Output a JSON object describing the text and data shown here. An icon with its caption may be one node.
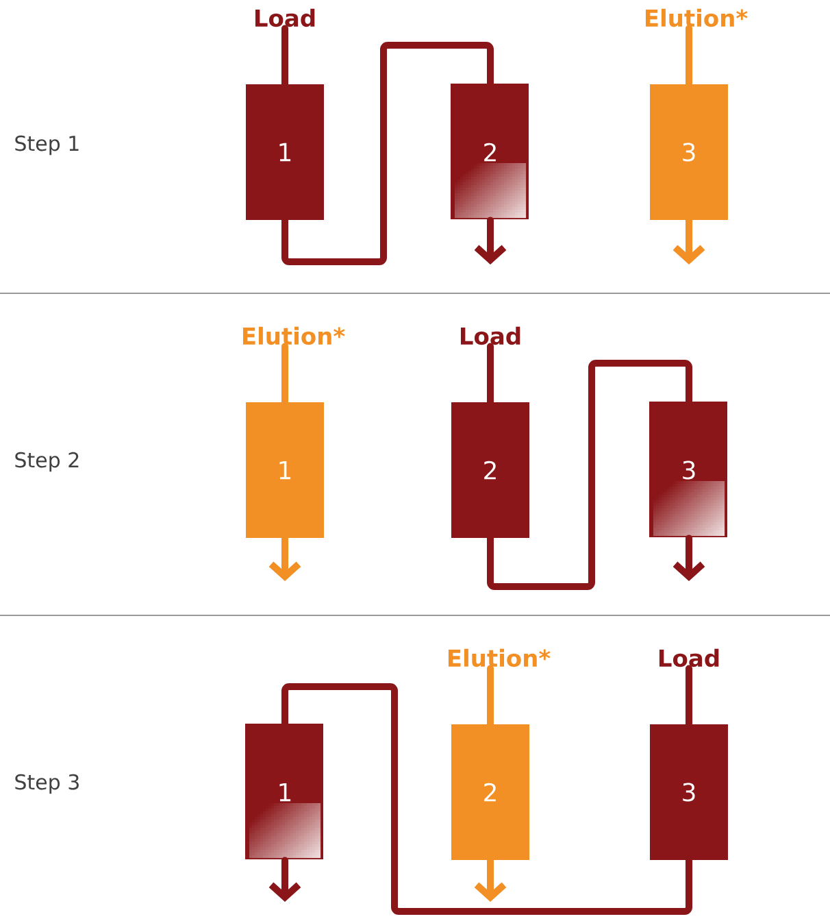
{
  "diagram": {
    "nodes": [
      {
        "text": [
          "Load"
        ]
      },
      {
        "text": [
          "Elution*"
        ]
      },
      {
        "text": [
          "1"
        ]
      },
      {
        "text": [
          "2"
        ]
      },
      {
        "text": [
          "3"
        ]
      },
      {
        "text": [
          "Elution*"
        ]
      },
      {
        "text": [
          "Load"
        ]
      },
      {
        "text": [
          "1"
        ]
      },
      {
        "text": [
          "2"
        ]
      },
      {
        "text": [
          "3"
        ]
      },
      {
        "text": [
          "Elution*"
        ]
      },
      {
        "text": [
          "Load"
        ]
      },
      {
        "text": [
          "1"
        ]
      },
      {
        "text": [
          "2"
        ]
      },
      {
        "text": [
          "3"
        ]
      }
    ],
    "edges": [
      {
        "from": 0,
        "to": 2,
        "arrow": "none"
      },
      {
        "from": 2,
        "to": 3,
        "arrow": "none"
      },
      {
        "from": 3,
        "to": null,
        "arrow": "to"
      },
      {
        "from": 1,
        "to": 4,
        "arrow": "none",
        "color": "#f39025"
      },
      {
        "from": 4,
        "to": null,
        "arrow": "to",
        "color": "#f39025"
      },
      {
        "from": 5,
        "to": 7,
        "arrow": "none",
        "color": "#f39025"
      },
      {
        "from": 7,
        "to": null,
        "arrow": "to",
        "color": "#f39025"
      },
      {
        "from": 6,
        "to": 8,
        "arrow": "none"
      },
      {
        "from": 8,
        "to": 9,
        "arrow": "none"
      },
      {
        "from": 9,
        "to": null,
        "arrow": "to"
      },
      {
        "from": 10,
        "to": 13,
        "arrow": "none",
        "color": "#f39025"
      },
      {
        "from": 13,
        "to": null,
        "arrow": "to",
        "color": "#f39025"
      },
      {
        "from": 11,
        "to": 14,
        "arrow": "none"
      },
      {
        "from": 14,
        "to": 12,
        "arrow": "none"
      },
      {
        "from": 12,
        "to": null,
        "arrow": "to"
      }
    ],
    "labels": [
      "Step 1",
      "Step 2",
      "Step 3"
    ]
  }
}
